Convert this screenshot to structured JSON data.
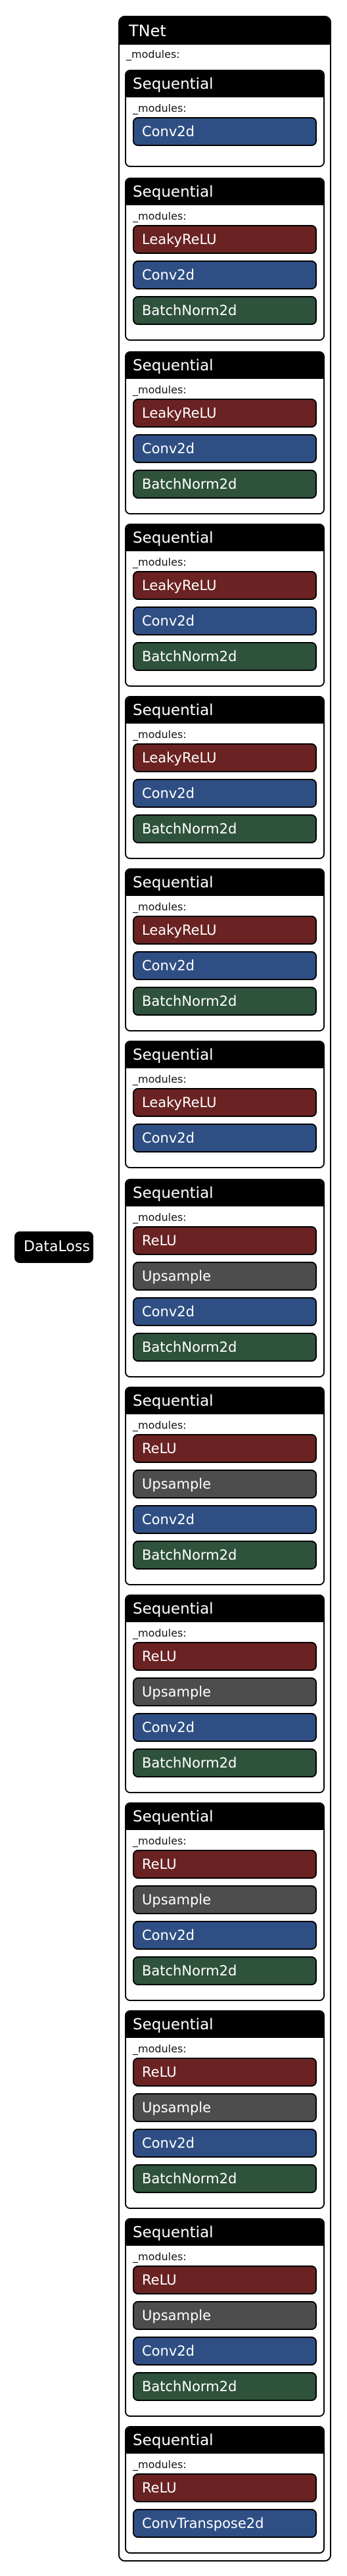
{
  "dataloss": "DataLoss",
  "tnet": {
    "title": "TNet",
    "modules_label": "_modules:"
  },
  "colors": {
    "LeakyReLU": "#6b2222",
    "ReLU": "#6b2222",
    "Conv2d": "#2f4f84",
    "BatchNorm2d": "#2f523c",
    "Upsample": "#4d4d4d",
    "ConvTranspose2d": "#2f4f84"
  },
  "sequentials": [
    {
      "title": "Sequential",
      "modules": [
        "Conv2d"
      ]
    },
    {
      "title": "Sequential",
      "modules": [
        "LeakyReLU",
        "Conv2d",
        "BatchNorm2d"
      ]
    },
    {
      "title": "Sequential",
      "modules": [
        "LeakyReLU",
        "Conv2d",
        "BatchNorm2d"
      ]
    },
    {
      "title": "Sequential",
      "modules": [
        "LeakyReLU",
        "Conv2d",
        "BatchNorm2d"
      ]
    },
    {
      "title": "Sequential",
      "modules": [
        "LeakyReLU",
        "Conv2d",
        "BatchNorm2d"
      ]
    },
    {
      "title": "Sequential",
      "modules": [
        "LeakyReLU",
        "Conv2d",
        "BatchNorm2d"
      ]
    },
    {
      "title": "Sequential",
      "modules": [
        "LeakyReLU",
        "Conv2d"
      ]
    },
    {
      "title": "Sequential",
      "modules": [
        "ReLU",
        "Upsample",
        "Conv2d",
        "BatchNorm2d"
      ]
    },
    {
      "title": "Sequential",
      "modules": [
        "ReLU",
        "Upsample",
        "Conv2d",
        "BatchNorm2d"
      ]
    },
    {
      "title": "Sequential",
      "modules": [
        "ReLU",
        "Upsample",
        "Conv2d",
        "BatchNorm2d"
      ]
    },
    {
      "title": "Sequential",
      "modules": [
        "ReLU",
        "Upsample",
        "Conv2d",
        "BatchNorm2d"
      ]
    },
    {
      "title": "Sequential",
      "modules": [
        "ReLU",
        "Upsample",
        "Conv2d",
        "BatchNorm2d"
      ]
    },
    {
      "title": "Sequential",
      "modules": [
        "ReLU",
        "Upsample",
        "Conv2d",
        "BatchNorm2d"
      ]
    },
    {
      "title": "Sequential",
      "modules": [
        "ReLU",
        "ConvTranspose2d"
      ]
    }
  ]
}
